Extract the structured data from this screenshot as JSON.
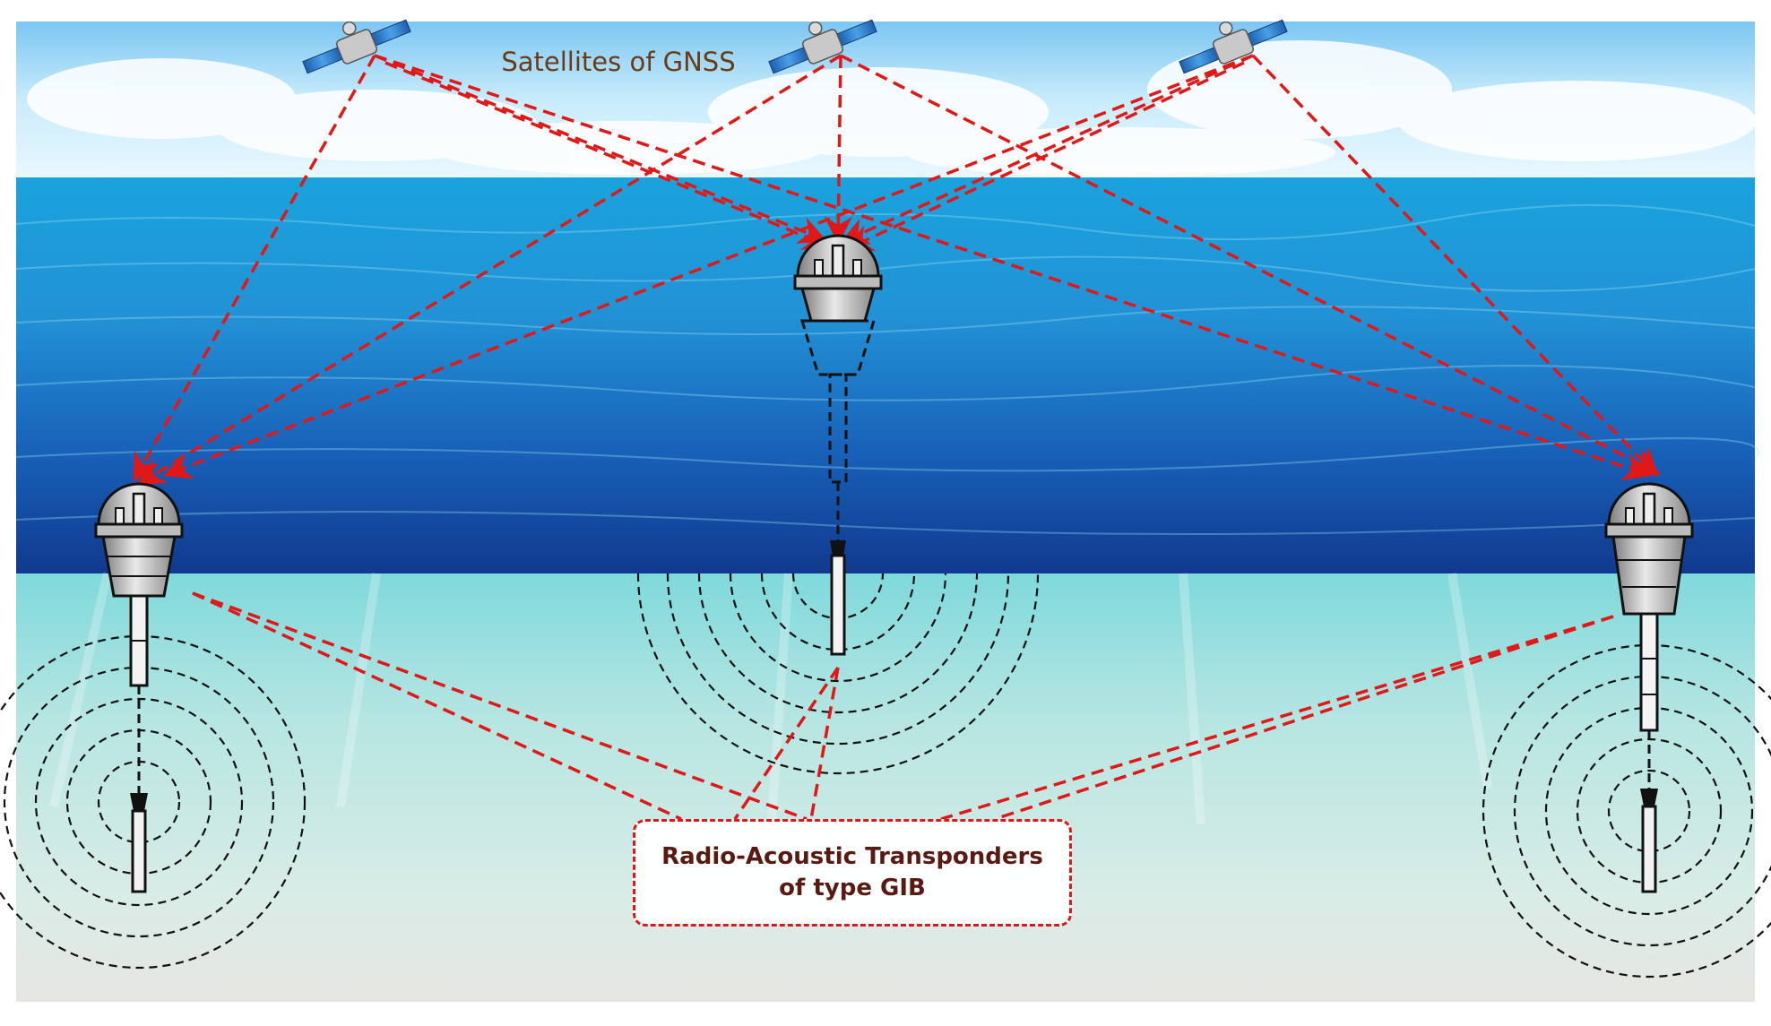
{
  "labels": {
    "satellites": "Satellites of GNSS",
    "transponders_line1": "Radio-Acoustic Transponders",
    "transponders_line2": "of type GIB"
  },
  "colors": {
    "signal_lines": "#e01818",
    "sky": "#bfe6fb",
    "sea_surface": "#1a7fd0",
    "deep_water": "#103f9a",
    "seabed": "#c8e8e4",
    "callout_text": "#5a1a12",
    "satellite_label": "#6b3a16"
  },
  "icons": {
    "satellite": "satellite-icon",
    "buoy": "gib-buoy-icon",
    "acoustic_wave": "acoustic-wave-rings"
  }
}
